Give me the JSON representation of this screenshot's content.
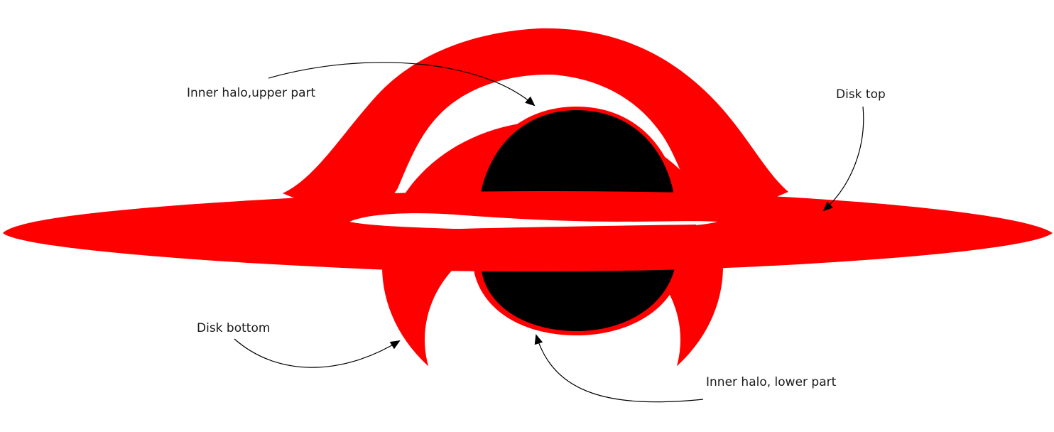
{
  "colors": {
    "disk": "#ff0000",
    "shadow": "#000000",
    "background": "#ffffff",
    "annotation": "#000000"
  },
  "labels": {
    "inner_halo_upper": "Inner halo,upper part",
    "disk_top": "Disk top",
    "disk_bottom": "Disk bottom",
    "inner_halo_lower": "Inner halo, lower part"
  }
}
